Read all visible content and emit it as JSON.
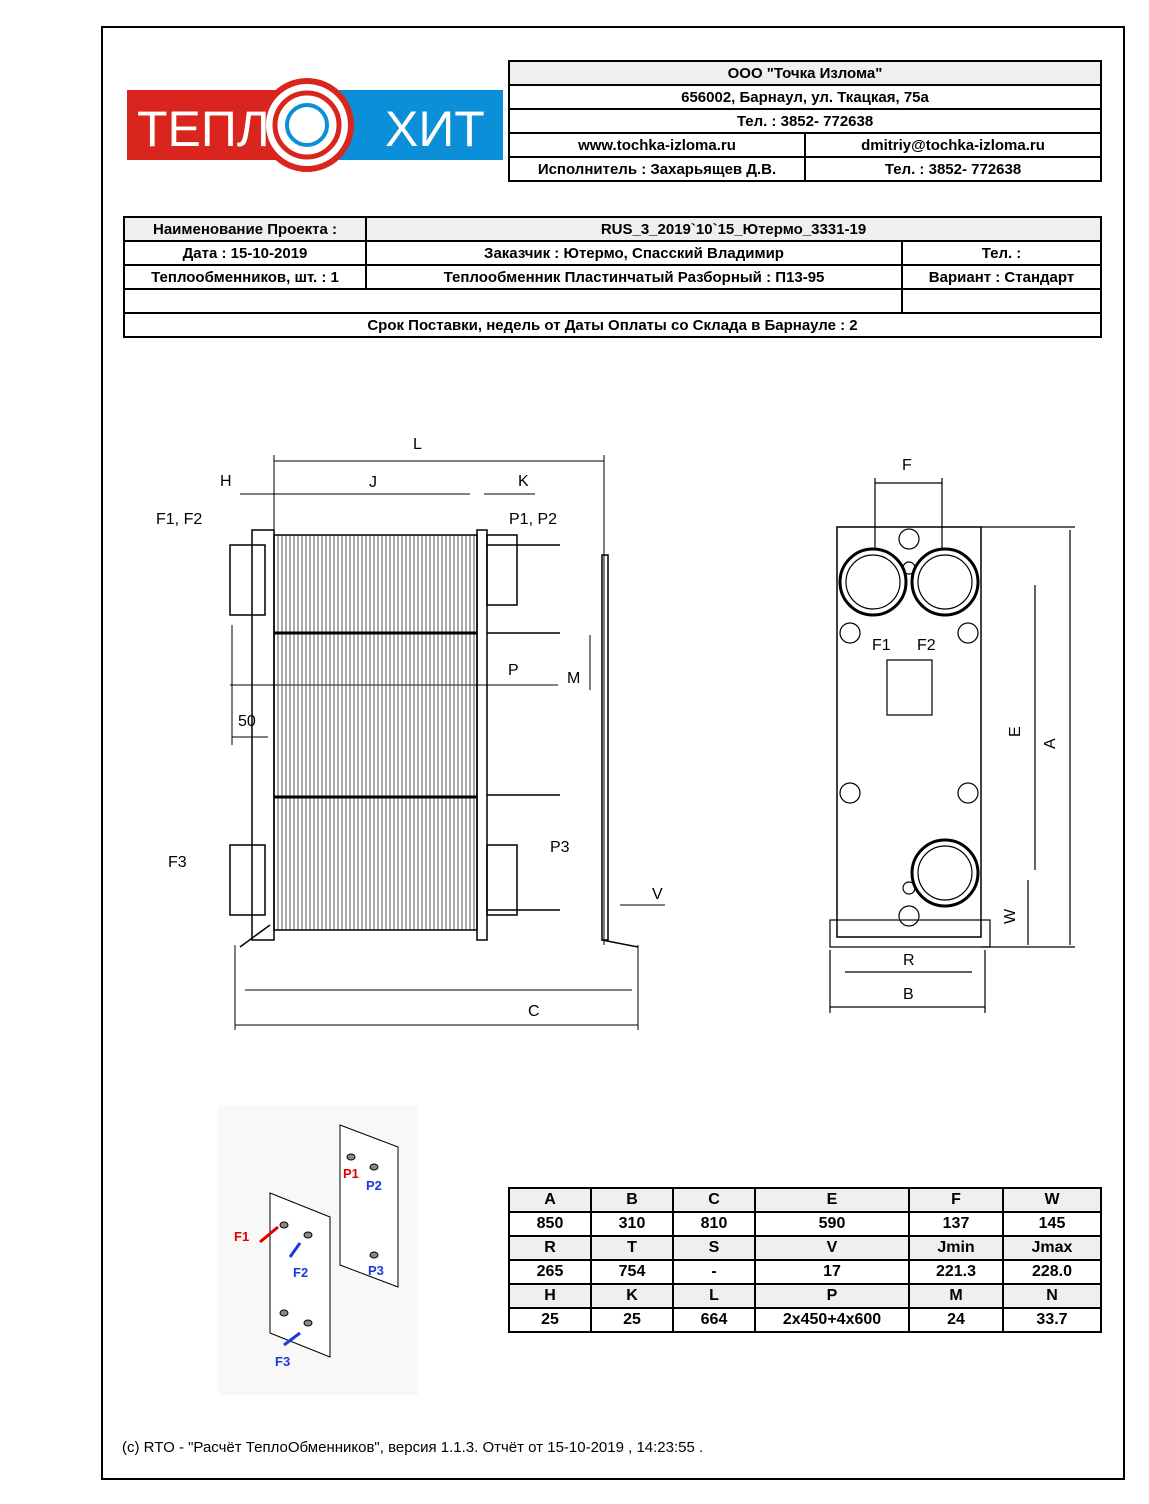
{
  "header": {
    "company": "ООО \"Точка Излома\"",
    "address": "656002, Барнаул, ул. Ткацкая, 75а",
    "phone": "Тел. : 3852- 772638",
    "website": "www.tochka-izloma.ru",
    "email": "dmitriy@tochka-izloma.ru",
    "executor": "Исполнитель : Захарьящев Д.В.",
    "executor_phone": "Тел. : 3852- 772638"
  },
  "logo": {
    "text_left": "ТЕПЛ",
    "text_right": "ХИТ",
    "colors": {
      "red": "#d9251d",
      "blue": "#0a8fd8"
    }
  },
  "project": {
    "name_label": "Наименование Проекта :",
    "name_value": "RUS_3_2019`10`15_Ютермо_3331-19",
    "date": "Дата : 15-10-2019",
    "customer": "Заказчик : Ютермо, Спасский Владимир",
    "customer_phone": "Тел. :",
    "count": "Теплообменников, шт. : 1",
    "model": "Теплообменник Пластинчатый Разборный : П13-95",
    "variant": "Вариант : Стандарт",
    "delivery": "Срок Поставки, недель от Даты Оплаты со Склада в Барнауле : 2"
  },
  "side_view": {
    "L": "L",
    "H": "H",
    "J": "J",
    "K": "K",
    "F1F2": "F1, F2",
    "P1P2": "P1, P2",
    "P": "P",
    "M": "M",
    "d50": "50",
    "F3": "F3",
    "P3": "P3",
    "V": "V",
    "C": "C"
  },
  "front_view": {
    "F": "F",
    "F1": "F1",
    "F2": "F2",
    "E": "E",
    "A": "A",
    "W": "W",
    "R": "R",
    "B": "B"
  },
  "iso_view": {
    "P1": "P1",
    "P2": "P2",
    "F1": "F1",
    "F2": "F2",
    "P3": "P3",
    "F3": "F3"
  },
  "dimensions": [
    {
      "header": [
        "A",
        "B",
        "C",
        "E",
        "F",
        "W"
      ],
      "values": [
        "850",
        "310",
        "810",
        "590",
        "137",
        "145"
      ]
    },
    {
      "header": [
        "R",
        "T",
        "S",
        "V",
        "Jmin",
        "Jmax"
      ],
      "values": [
        "265",
        "754",
        "-",
        "17",
        "221.3",
        "228.0"
      ]
    },
    {
      "header": [
        "H",
        "K",
        "L",
        "P",
        "M",
        "N"
      ],
      "values": [
        "25",
        "25",
        "664",
        "2x450+4x600",
        "24",
        "33.7"
      ]
    }
  ],
  "footer": "(c) RTO - \"Расчёт ТеплоОбменников\", версия 1.1.3. Отчёт от 15-10-2019 , 14:23:55 ."
}
